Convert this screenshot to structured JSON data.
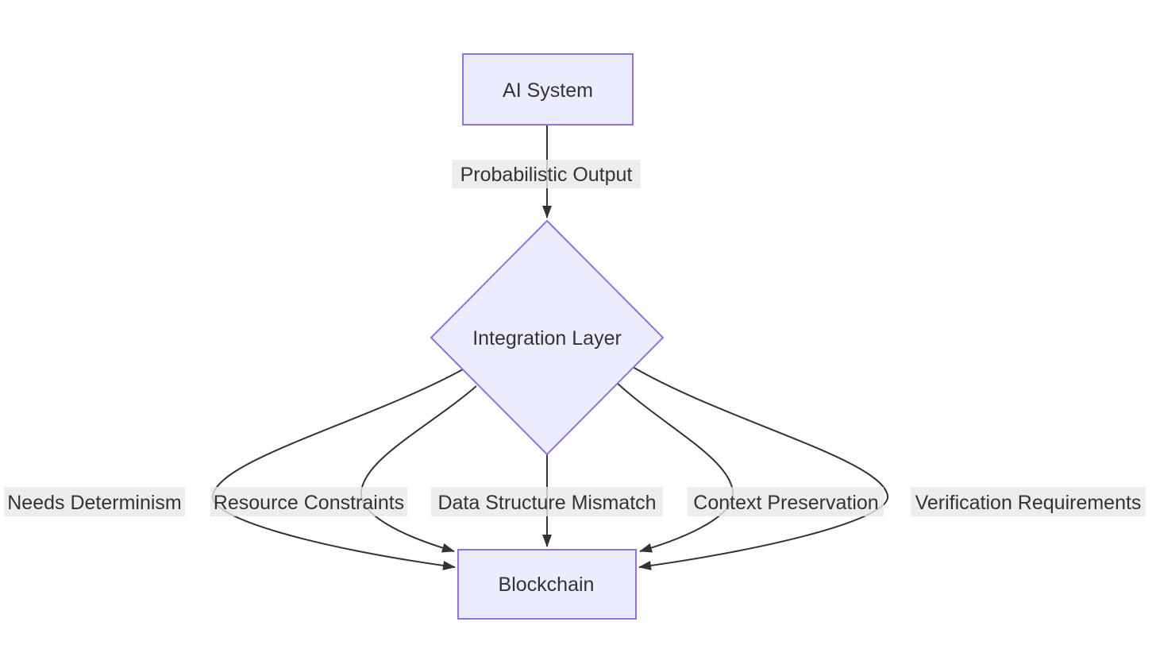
{
  "diagram": {
    "type": "flowchart",
    "direction": "top-down",
    "colors": {
      "node_fill": "#ECECFF",
      "node_border": "#9370DB",
      "edge_line": "#333333",
      "label_bg": "#e8e8e8",
      "text": "#333333",
      "background": "#ffffff"
    },
    "nodes": [
      {
        "id": "ai-system",
        "label": "AI System",
        "shape": "rectangle"
      },
      {
        "id": "integration-layer",
        "label": "Integration Layer",
        "shape": "diamond"
      },
      {
        "id": "blockchain",
        "label": "Blockchain",
        "shape": "rectangle"
      }
    ],
    "edges": [
      {
        "from": "AI System",
        "to": "Integration Layer",
        "label": "Probabilistic Output"
      },
      {
        "from": "Integration Layer",
        "to": "Blockchain",
        "label": "Needs Determinism"
      },
      {
        "from": "Integration Layer",
        "to": "Blockchain",
        "label": "Resource Constraints"
      },
      {
        "from": "Integration Layer",
        "to": "Blockchain",
        "label": "Data Structure Mismatch"
      },
      {
        "from": "Integration Layer",
        "to": "Blockchain",
        "label": "Context Preservation"
      },
      {
        "from": "Integration Layer",
        "to": "Blockchain",
        "label": "Verification Requirements"
      }
    ]
  }
}
